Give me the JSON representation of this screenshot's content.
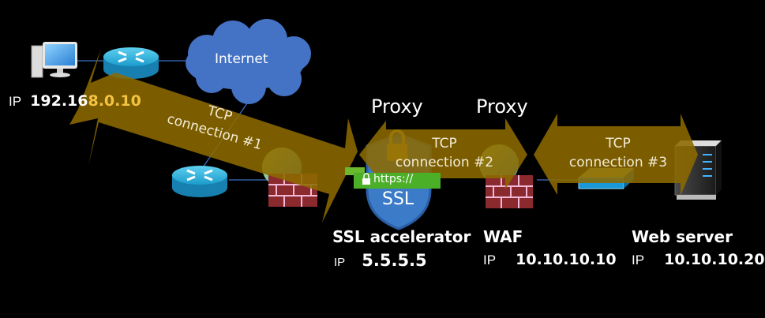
{
  "colors": {
    "background": "#000000",
    "arrow": "#8c6a00",
    "cloud": "#4472c4",
    "link_line": "#3b6fc4",
    "ip_highlight": "#f5c242",
    "https_bar": "#4caf28"
  },
  "client": {
    "icon": "desktop-computer-icon",
    "ip_prefix": "IP",
    "ip_part1": "192.16",
    "ip_part2": "8.0.10"
  },
  "internet": {
    "label": "Internet",
    "icon": "cloud-icon"
  },
  "routers": [
    {
      "icon": "router-icon",
      "name": "client-router"
    },
    {
      "icon": "router-icon",
      "name": "edge-router"
    }
  ],
  "proxy_labels": [
    "Proxy",
    "Proxy"
  ],
  "connections": [
    {
      "line1": "TCP",
      "line2": "connection #1"
    },
    {
      "line1": "TCP",
      "line2": "connection #2"
    },
    {
      "line1": "TCP",
      "line2": "connection #3"
    }
  ],
  "ssl_badge": {
    "https": "https://",
    "shield": "SSL"
  },
  "nodes": [
    {
      "title": "SSL accelerator",
      "ip_prefix": "IP",
      "ip": "5.5.5.5"
    },
    {
      "title": "WAF",
      "ip_prefix": "IP",
      "ip": "10.10.10.10"
    },
    {
      "title": "Web server",
      "ip_prefix": "IP",
      "ip": "10.10.10.20"
    }
  ]
}
